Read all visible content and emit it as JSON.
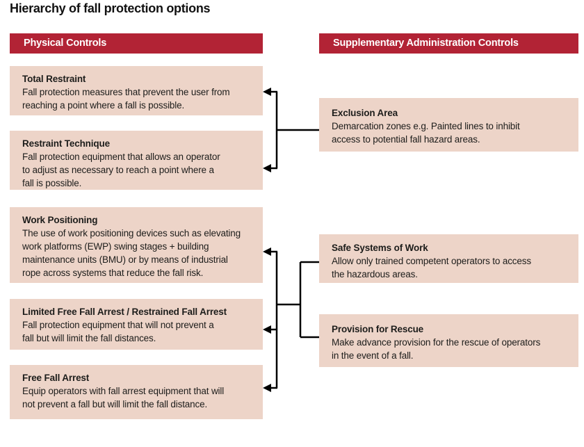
{
  "page_title": "Hierarchy of fall protection options",
  "colors": {
    "header_red": "#b22335",
    "box_pink": "#edd4c8",
    "connector_black": "#000000"
  },
  "left_column": {
    "header": "Physical Controls",
    "boxes": [
      {
        "title": "Total Restraint",
        "body": "Fall protection measures that prevent the user from\nreaching a point where a fall is possible."
      },
      {
        "title": "Restraint Technique",
        "body": "Fall protection equipment that allows an operator\nto adjust as necessary to reach a point where a\nfall is possible."
      },
      {
        "title": "Work Positioning",
        "body": "The use of work positioning devices such as elevating\nwork platforms (EWP) swing stages + building\nmaintenance units (BMU) or by means of industrial\nrope across systems that reduce the fall risk."
      },
      {
        "title": "Limited Free Fall Arrest / Restrained Fall Arrest",
        "body": "Fall protection equipment that will not prevent a\nfall but will limit the fall distances."
      },
      {
        "title": "Free Fall Arrest",
        "body": "Equip operators with fall arrest equipment that will\nnot prevent a fall but will limit the fall distance."
      }
    ]
  },
  "right_column": {
    "header": "Supplementary Administration Controls",
    "boxes": [
      {
        "title": "Exclusion Area",
        "body": "Demarcation zones e.g. Painted lines to inhibit\naccess to potential fall hazard areas."
      },
      {
        "title": "Safe Systems of Work",
        "body": "Allow only trained competent operators to access\nthe hazardous areas."
      },
      {
        "title": "Provision for Rescue",
        "body": "Make advance provision for the rescue of operators\nin the event of a fall."
      }
    ]
  }
}
